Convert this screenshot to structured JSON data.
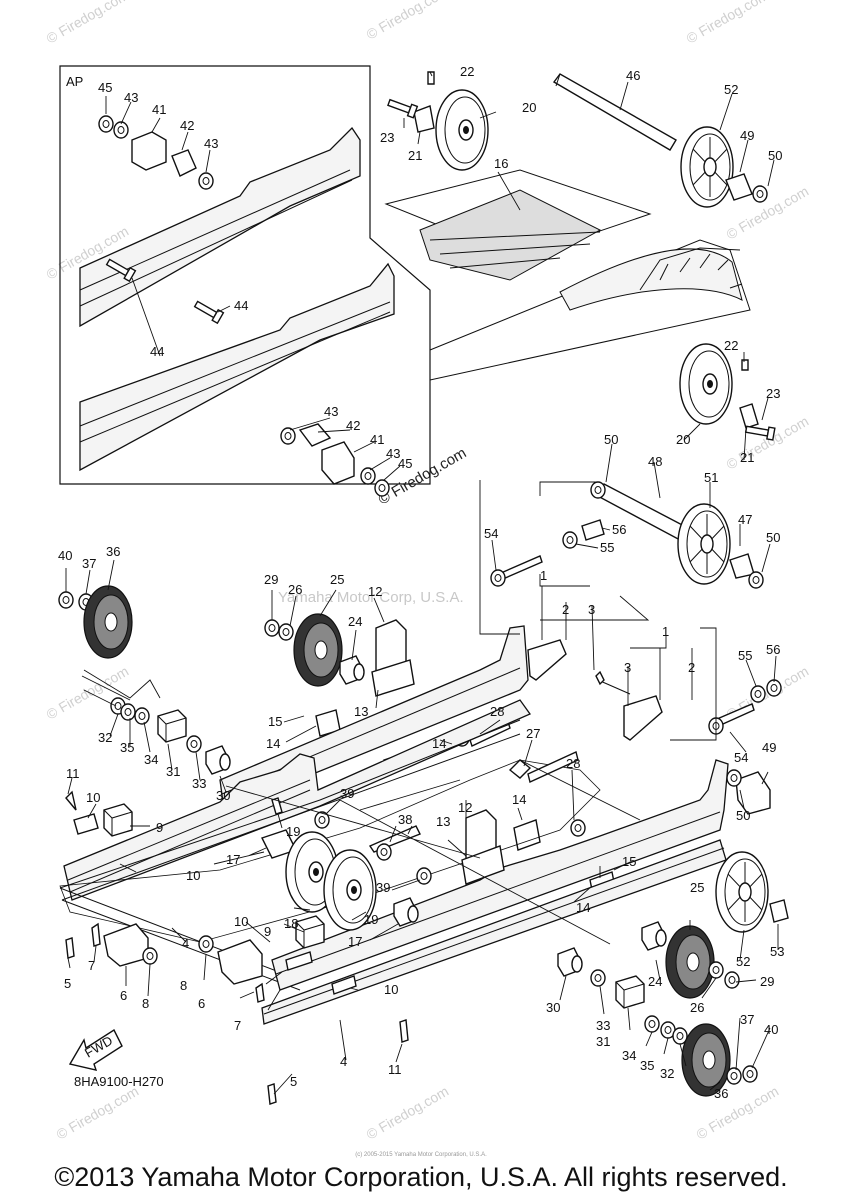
{
  "diagram": {
    "inset_label": "AP",
    "part_code": "8HA9100-H270",
    "fwd_label": "FWD",
    "watermark_main": "Yamaha Motor Corp, U.S.A.",
    "watermark_site": "© Firedog.com",
    "watermark_site_mid": "© Firedog.com",
    "labels": {
      "l45a": "45",
      "l43a": "43",
      "l41a": "41",
      "l42a": "42",
      "l43b": "43",
      "l44a": "44",
      "l44b": "44",
      "l43c": "43",
      "l42b": "42",
      "l41b": "41",
      "l43d": "43",
      "l45b": "45",
      "l22a": "22",
      "l23a": "23",
      "l21a": "21",
      "l20a": "20",
      "l46": "46",
      "l52a": "52",
      "l49a": "49",
      "l50a": "50",
      "l16": "16",
      "l22b": "22",
      "l23b": "23",
      "l21b": "21",
      "l20b": "20",
      "l50b": "50",
      "l48": "48",
      "l51": "51",
      "l54a": "54",
      "l56a": "56",
      "l55a": "55",
      "l47": "47",
      "l50c": "50",
      "l1a": "1",
      "l2a": "2",
      "l3a": "3",
      "l1b": "1",
      "l2b": "2",
      "l3b": "3",
      "l55b": "55",
      "l56b": "56",
      "l54b": "54",
      "l49b": "49",
      "l50d": "50",
      "l40a": "40",
      "l37a": "37",
      "l36a": "36",
      "l29a": "29",
      "l26a": "26",
      "l25a": "25",
      "l12a": "12",
      "l24a": "24",
      "l13a": "13",
      "l15a": "15",
      "l14a": "14",
      "l32a": "32",
      "l35a": "35",
      "l34a": "34",
      "l31a": "31",
      "l33a": "33",
      "l30a": "30",
      "l14b": "14",
      "l28a": "28",
      "l27": "27",
      "l28b": "28",
      "l11a": "11",
      "l10a": "10",
      "l9a": "9",
      "l19a": "19",
      "l39a": "39",
      "l38": "38",
      "l12b": "12",
      "l13b": "13",
      "l14c": "14",
      "l17a": "17",
      "l10b": "10",
      "l18": "18",
      "l19b": "19",
      "l39b": "39",
      "l17b": "17",
      "l14d": "14",
      "l15b": "15",
      "l4a": "4",
      "l5a": "5",
      "l7a": "7",
      "l6a": "6",
      "l8a": "8",
      "l8b": "8",
      "l6b": "6",
      "l7b": "7",
      "l10c": "10",
      "l9b": "9",
      "l10d": "10",
      "l25b": "25",
      "l53": "53",
      "l52b": "52",
      "l24b": "24",
      "l29b": "29",
      "l26b": "26",
      "l30b": "30",
      "l33b": "33",
      "l31b": "31",
      "l34b": "34",
      "l35b": "35",
      "l32b": "32",
      "l37b": "37",
      "l40b": "40",
      "l36b": "36",
      "l4b": "4",
      "l11b": "11",
      "l5b": "5"
    }
  },
  "footer": {
    "copyright": "©2013 Yamaha Motor Corporation, U.S.A. All rights reserved.",
    "micro": "(c) 2005-2015 Yamaha Motor Corporation, U.S.A."
  }
}
